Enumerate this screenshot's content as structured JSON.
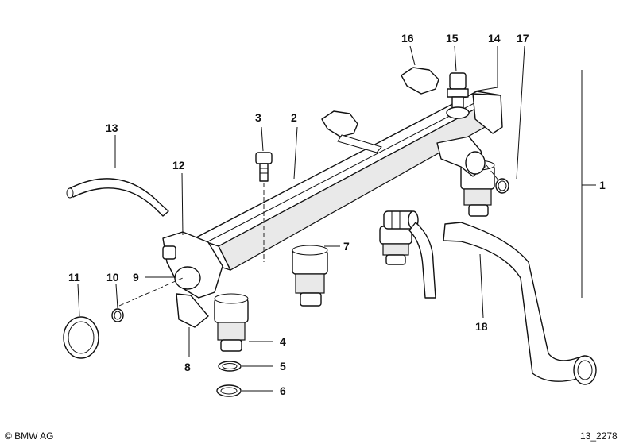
{
  "diagram": {
    "callouts": {
      "n1": "1",
      "n2": "2",
      "n3": "3",
      "n4": "4",
      "n5": "5",
      "n6": "6",
      "n7": "7",
      "n8": "8",
      "n9": "9",
      "n10": "10",
      "n11": "11",
      "n12": "12",
      "n13": "13",
      "n14": "14",
      "n15": "15",
      "n16": "16",
      "n17": "17",
      "n18": "18"
    }
  },
  "footer": {
    "copyright": "© BMW AG",
    "drawing_id": "13_2278"
  }
}
